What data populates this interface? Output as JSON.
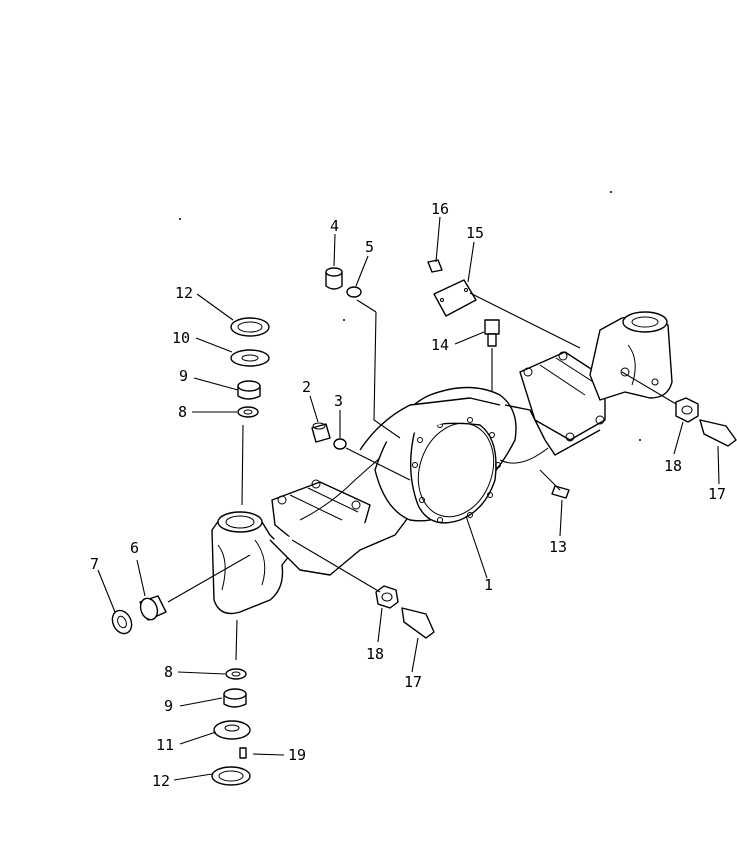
{
  "callouts": [
    {
      "id": "c1",
      "text": "1"
    },
    {
      "id": "c2",
      "text": "2"
    },
    {
      "id": "c3",
      "text": "3"
    },
    {
      "id": "c4",
      "text": "4"
    },
    {
      "id": "c5",
      "text": "5"
    },
    {
      "id": "c6",
      "text": "6"
    },
    {
      "id": "c7",
      "text": "7"
    },
    {
      "id": "c8a",
      "text": "8"
    },
    {
      "id": "c8b",
      "text": "8"
    },
    {
      "id": "c9a",
      "text": "9"
    },
    {
      "id": "c9b",
      "text": "9"
    },
    {
      "id": "c10",
      "text": "10"
    },
    {
      "id": "c11",
      "text": "11"
    },
    {
      "id": "c12a",
      "text": "12"
    },
    {
      "id": "c12b",
      "text": "12"
    },
    {
      "id": "c13",
      "text": "13"
    },
    {
      "id": "c14",
      "text": "14"
    },
    {
      "id": "c15",
      "text": "15"
    },
    {
      "id": "c16",
      "text": "16"
    },
    {
      "id": "c17a",
      "text": "17"
    },
    {
      "id": "c17b",
      "text": "17"
    },
    {
      "id": "c18a",
      "text": "18"
    },
    {
      "id": "c18b",
      "text": "18"
    },
    {
      "id": "c19",
      "text": "19"
    }
  ]
}
